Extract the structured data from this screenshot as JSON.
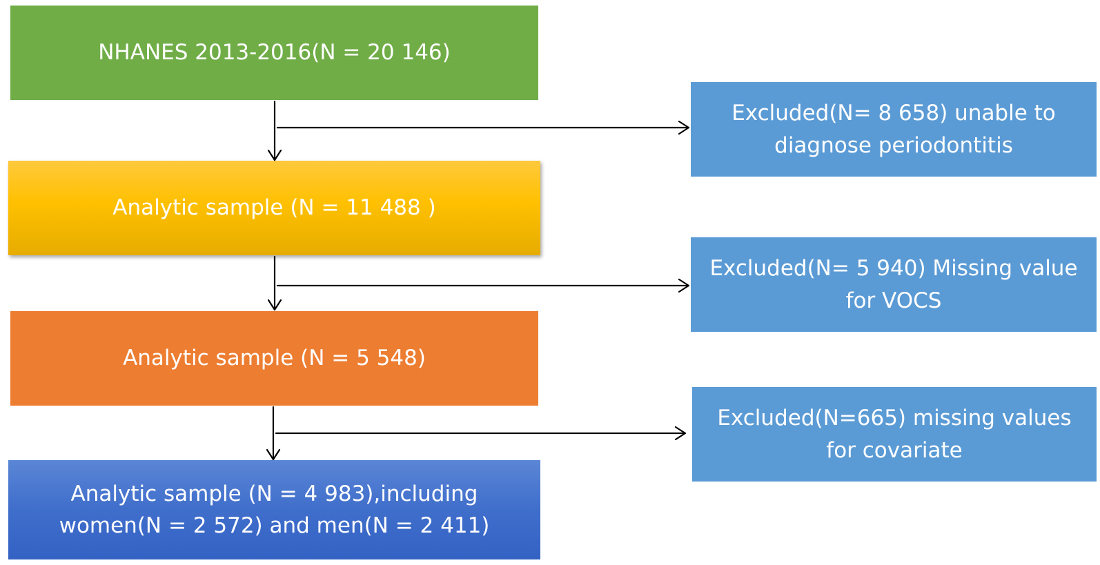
{
  "flowchart": {
    "box1": "NHANES 2013-2016(N = 20 146)",
    "box2": "Analytic sample (N =  11 488 )",
    "box3": "Analytic sample (N = 5 548)",
    "box4_line1": "Analytic sample (N = 4 983),including",
    "box4_line2": "women(N = 2 572) and men(N = 2 411)",
    "excluded1_line1": "Excluded(N= 8 658) unable to",
    "excluded1_line2": "diagnose periodontitis",
    "excluded2_line1": "Excluded(N= 5 940) Missing value",
    "excluded2_line2": "for VOCS",
    "excluded3_line1": "Excluded(N=665) missing values",
    "excluded3_line2": "for covariate"
  },
  "colors": {
    "green": "#70ad47",
    "yellow": "#ffc000",
    "orange": "#ed7d31",
    "dark_blue": "#4472c4",
    "light_blue": "#5b9bd5",
    "arrow": "#000000"
  }
}
